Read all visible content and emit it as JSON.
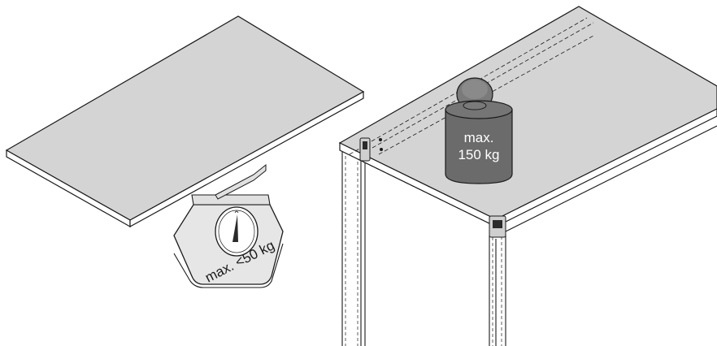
{
  "left_illustration": {
    "scale_label": "max. <50 kg"
  },
  "right_illustration": {
    "weight_label_line1": "max.",
    "weight_label_line2": "150 kg"
  },
  "colors": {
    "panel_top": "#d4d4d4",
    "panel_edge": "#ffffff",
    "scale_body": "#e6e6e6",
    "weight_body": "#6b6b6b",
    "outline": "#1a1a1a"
  },
  "icons": [
    "scale-icon",
    "weight-icon",
    "hinge-icon"
  ]
}
